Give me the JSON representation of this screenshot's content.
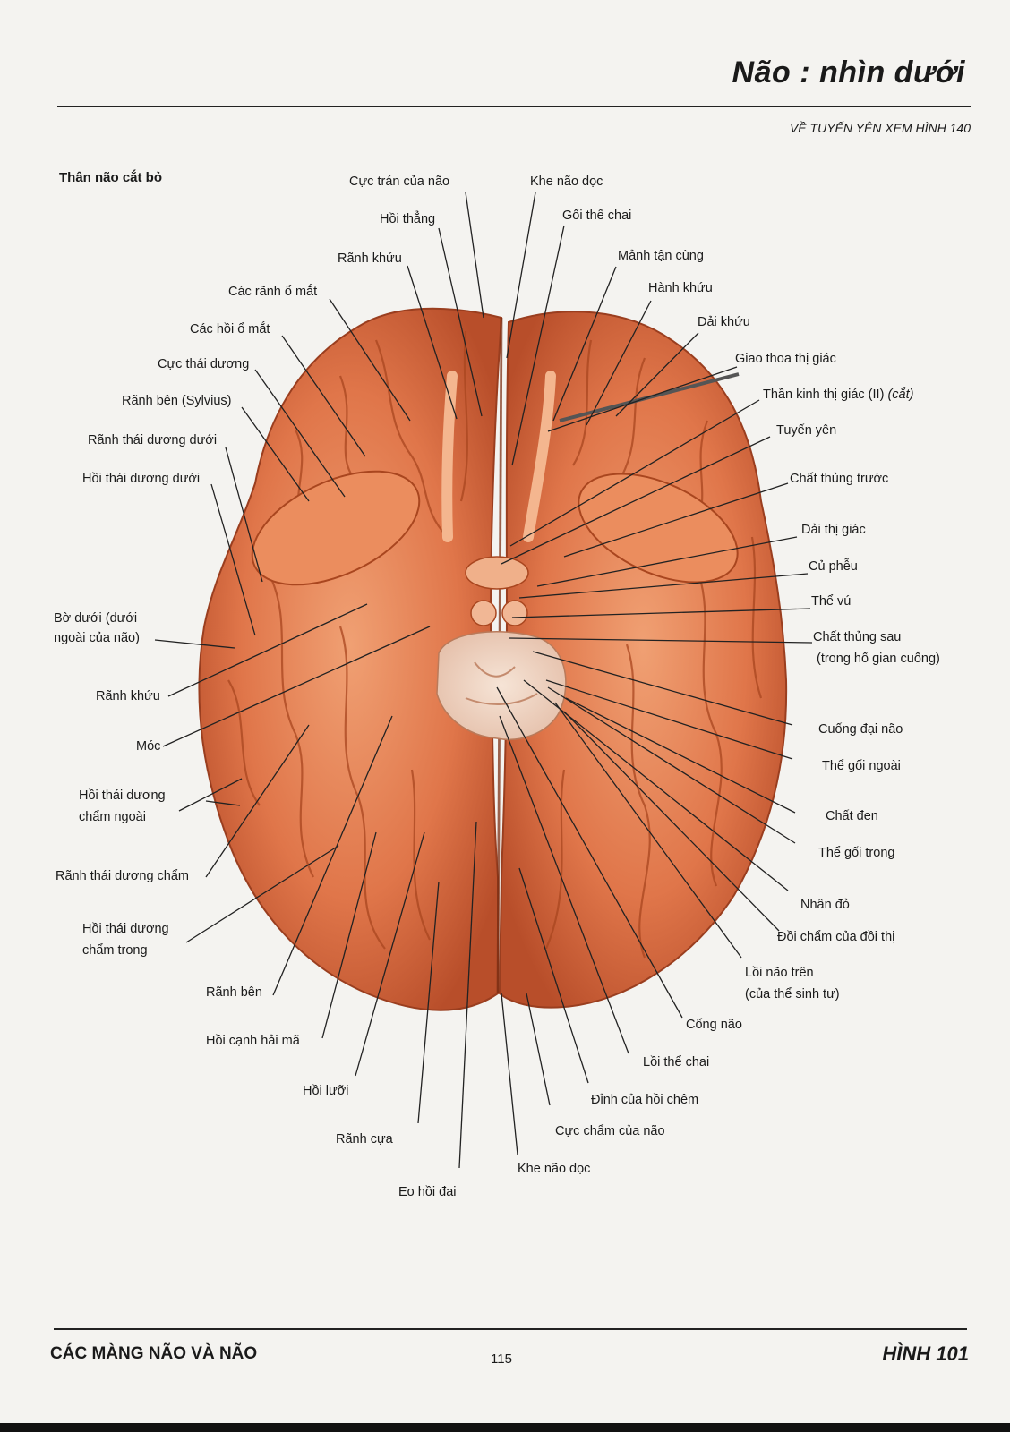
{
  "header": {
    "title": "Não : nhìn dưới",
    "subtitle": "VỀ TUYẾN YÊN XEM HÌNH 140",
    "note": "Thân não cắt bỏ"
  },
  "footer": {
    "section": "CÁC MÀNG NÃO VÀ NÃO",
    "page": "115",
    "figure": "HÌNH 101"
  },
  "colors": {
    "brain_base": "#e0764a",
    "brain_light": "#f3a87c",
    "brain_dark": "#b84e2a",
    "brainstem_cut": "#f1dccd",
    "leader_line": "#222222"
  },
  "labels": [
    {
      "id": "cuc-tran",
      "text": "Cực trán của não"
    },
    {
      "id": "khe-nao-doc-top",
      "text": "Khe não dọc"
    },
    {
      "id": "hoi-thang",
      "text": "Hồi thẳng"
    },
    {
      "id": "goi-the-chai",
      "text": "Gối thể chai"
    },
    {
      "id": "ranh-khuu-top",
      "text": "Rãnh khứu"
    },
    {
      "id": "manh-tan-cung",
      "text": "Mảnh tận cùng"
    },
    {
      "id": "cac-ranh-o-mat",
      "text": "Các rãnh ổ mắt"
    },
    {
      "id": "hanh-khuu",
      "text": "Hành khứu"
    },
    {
      "id": "cac-hoi-o-mat",
      "text": "Các hồi ổ mắt"
    },
    {
      "id": "dai-khuu",
      "text": "Dải khứu"
    },
    {
      "id": "cuc-thai-duong",
      "text": "Cực thái dương"
    },
    {
      "id": "giao-thoa-thi-giac",
      "text": "Giao thoa thị giác"
    },
    {
      "id": "ranh-ben-sylvius",
      "text": "Rãnh bên (Sylvius)"
    },
    {
      "id": "than-kinh-thi-giac",
      "text": "Thần kinh thị giác (II)"
    },
    {
      "id": "than-kinh-thi-giac-cat",
      "text": "(cắt)"
    },
    {
      "id": "ranh-thai-duong-duoi",
      "text": "Rãnh thái dương dưới"
    },
    {
      "id": "tuyen-yen",
      "text": "Tuyến yên"
    },
    {
      "id": "hoi-thai-duong-duoi",
      "text": "Hồi thái dương dưới"
    },
    {
      "id": "chat-thung-truoc",
      "text": "Chất thủng trước"
    },
    {
      "id": "dai-thi-giac",
      "text": "Dải thị giác"
    },
    {
      "id": "cu-pheu",
      "text": "Củ phễu"
    },
    {
      "id": "the-vu",
      "text": "Thể vú"
    },
    {
      "id": "bo-duoi-1",
      "text": "Bờ dưới (dưới"
    },
    {
      "id": "bo-duoi-2",
      "text": "ngoài của não)"
    },
    {
      "id": "chat-thung-sau-1",
      "text": "Chất thủng sau"
    },
    {
      "id": "chat-thung-sau-2",
      "text": "(trong hố gian cuống)"
    },
    {
      "id": "ranh-khuu-left",
      "text": "Rãnh khứu"
    },
    {
      "id": "cuong-dai-nao",
      "text": "Cuống đại não"
    },
    {
      "id": "moc",
      "text": "Móc"
    },
    {
      "id": "the-goi-ngoai",
      "text": "Thể gối ngoài"
    },
    {
      "id": "hoi-tdc-ngoai-1",
      "text": "Hồi thái dương"
    },
    {
      "id": "hoi-tdc-ngoai-2",
      "text": "chẩm ngoài"
    },
    {
      "id": "chat-den",
      "text": "Chất đen"
    },
    {
      "id": "the-goi-trong",
      "text": "Thể gối trong"
    },
    {
      "id": "ranh-thai-duong-cham",
      "text": "Rãnh thái dương chẩm"
    },
    {
      "id": "nhan-do",
      "text": "Nhân đỏ"
    },
    {
      "id": "hoi-tdc-trong-1",
      "text": "Hồi thái dương"
    },
    {
      "id": "hoi-tdc-trong-2",
      "text": "chẩm trong"
    },
    {
      "id": "doi-cham",
      "text": "Đồi chẩm của đồi thị"
    },
    {
      "id": "loi-nao-tren-1",
      "text": "Lồi não trên"
    },
    {
      "id": "loi-nao-tren-2",
      "text": "(của thể sinh tư)"
    },
    {
      "id": "ranh-ben-bottom",
      "text": "Rãnh bên"
    },
    {
      "id": "cong-nao",
      "text": "Cống não"
    },
    {
      "id": "hoi-canh-hai-ma",
      "text": "Hồi cạnh hải mã"
    },
    {
      "id": "loi-the-chai",
      "text": "Lồi thể chai"
    },
    {
      "id": "hoi-luoi",
      "text": "Hồi lưỡi"
    },
    {
      "id": "dinh-hoi-chem",
      "text": "Đỉnh của hồi chêm"
    },
    {
      "id": "cuc-cham",
      "text": "Cực chẩm của não"
    },
    {
      "id": "ranh-cua",
      "text": "Rãnh cựa"
    },
    {
      "id": "khe-nao-doc-bottom",
      "text": "Khe não dọc"
    },
    {
      "id": "eo-hoi-dai",
      "text": "Eo hồi đai"
    }
  ]
}
